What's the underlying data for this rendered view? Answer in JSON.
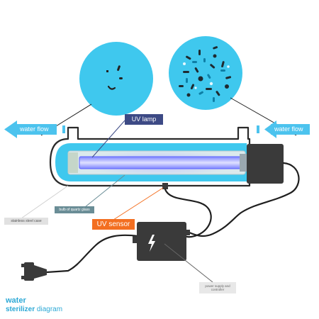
{
  "labels": {
    "water_flow_left": "water flow",
    "water_flow_right": "water flow",
    "uv_lamp": "UV lamp",
    "stainless_steel_case": "stainless steel case",
    "quartz_bulb": "bulb of quartz glass",
    "uv_sensor": "UV sensor",
    "power_supply": "power supply and controller"
  },
  "title": {
    "line1": "water",
    "line2_bold": "sterilizer",
    "line2_rest": " diagram"
  },
  "colors": {
    "water_blue": "#3fc8ee",
    "arrow_blue": "#4cc3ee",
    "case_dark": "#3a3a3a",
    "uv_lamp_label_bg": "#3d4a85",
    "uv_sensor_label_bg": "#f36f21",
    "quartz_label_bg": "#6a8d96",
    "title": "#2da9d6"
  },
  "icons": [
    "arrow-left-icon",
    "arrow-right-icon",
    "lightning-bolt-icon",
    "power-plug-icon"
  ]
}
